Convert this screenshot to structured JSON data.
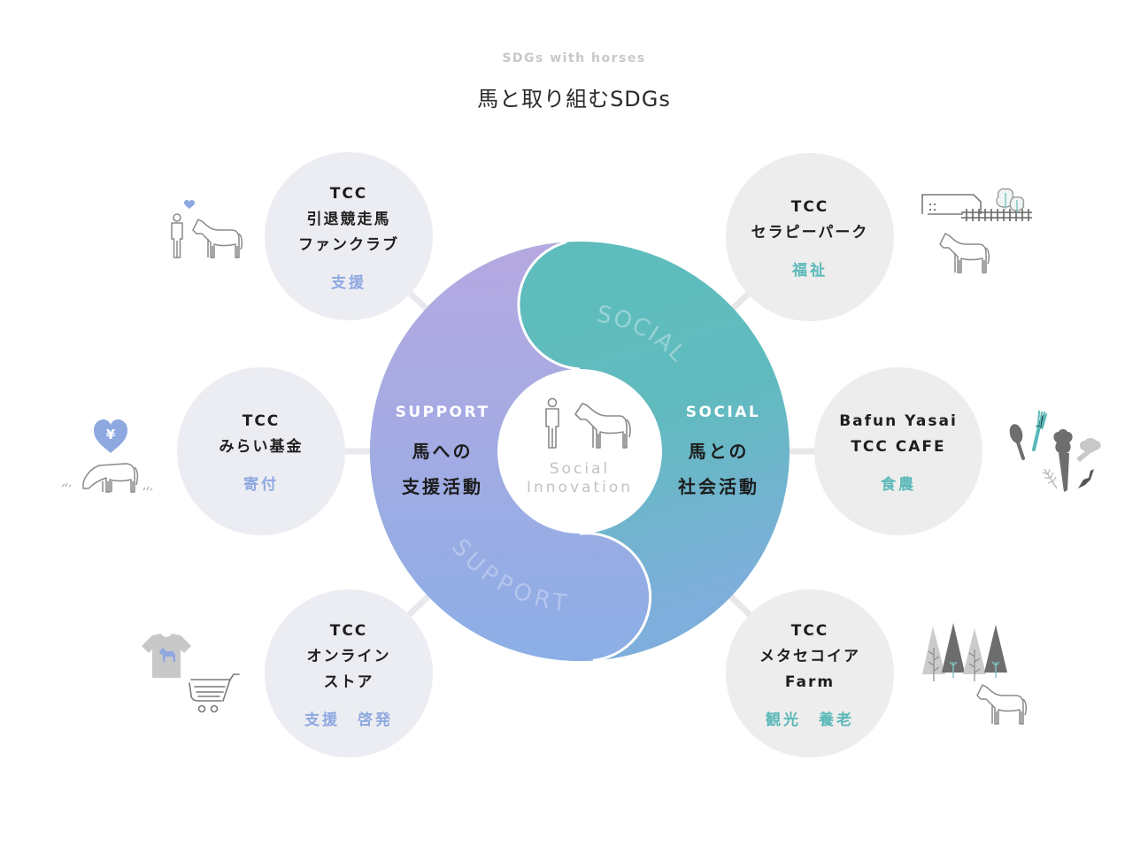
{
  "header": {
    "eyebrow": "SDGs with horses",
    "title": "馬と取り組むSDGs"
  },
  "ring": {
    "support": {
      "label": "SUPPORT",
      "line1": "馬への",
      "line2": "支援活動",
      "watermark": "SUPPORT"
    },
    "social": {
      "label": "SOCIAL",
      "line1": "馬との",
      "line2": "社会活動",
      "watermark": "SOCIAL"
    },
    "hub": {
      "line1": "Social",
      "line2": "Innovation",
      "icon": "person-and-horse-icon"
    }
  },
  "nodes": [
    {
      "side": "support",
      "lines": [
        "TCC",
        "引退競走馬",
        "ファンクラブ"
      ],
      "tag": "支援",
      "icon": "person-heart-horse-icon"
    },
    {
      "side": "support",
      "lines": [
        "TCC",
        "みらい基金"
      ],
      "tag": "寄付",
      "icon": "yen-heart-grazing-horse-icon"
    },
    {
      "side": "support",
      "lines": [
        "TCC",
        "オンライン",
        "ストア"
      ],
      "tag": "支援　啓発",
      "icon": "tshirt-cart-icon"
    },
    {
      "side": "social",
      "lines": [
        "TCC",
        "セラピーパーク"
      ],
      "tag": "福祉",
      "icon": "farm-fence-horse-icon"
    },
    {
      "side": "social",
      "lines": [
        "Bafun Yasai",
        "TCC CAFE"
      ],
      "tag": "食農",
      "icon": "cutlery-vegetables-icon"
    },
    {
      "side": "social",
      "lines": [
        "TCC",
        "メタセコイア",
        "Farm"
      ],
      "tag": "観光　養老",
      "icon": "trees-horse-icon"
    }
  ],
  "colors": {
    "support_tag": "#8ea8e0",
    "social_tag": "#5bb8b8",
    "support_gradient_top": "#b5a8e1",
    "support_gradient_bottom": "#8eaee5",
    "social_main": "#5fbcbc",
    "social_gradient_bottom": "#7ab0d8",
    "node_bg_support": "#ecedf2",
    "node_bg_social": "#ededed",
    "hub_text": "#c2c2c2",
    "eyebrow": "#c8c8c8"
  }
}
